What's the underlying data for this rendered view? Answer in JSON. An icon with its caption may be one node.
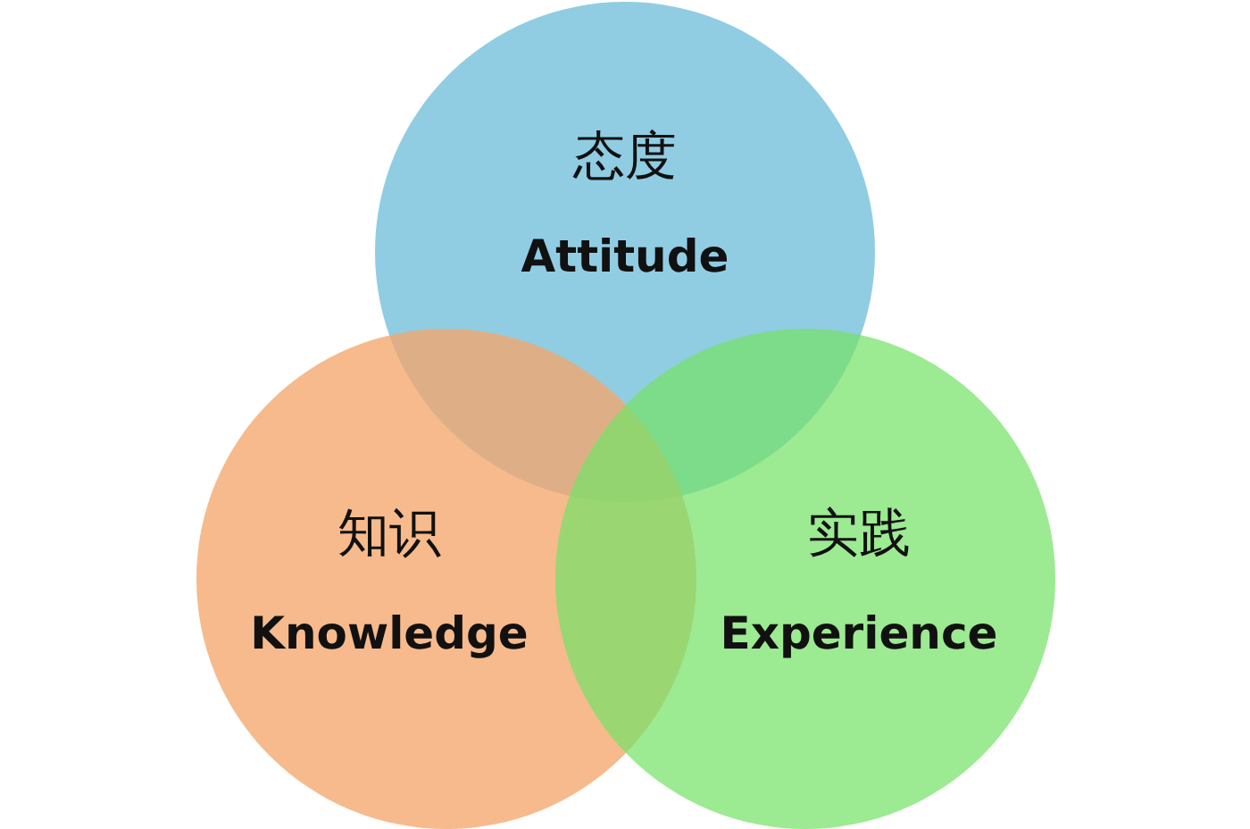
{
  "diagram": {
    "nodes": [
      {
        "text": [
          "态度",
          "Attitude"
        ]
      },
      {
        "text": [
          "知识",
          "Knowledge"
        ]
      },
      {
        "text": [
          "实践",
          "Experience"
        ]
      }
    ]
  }
}
